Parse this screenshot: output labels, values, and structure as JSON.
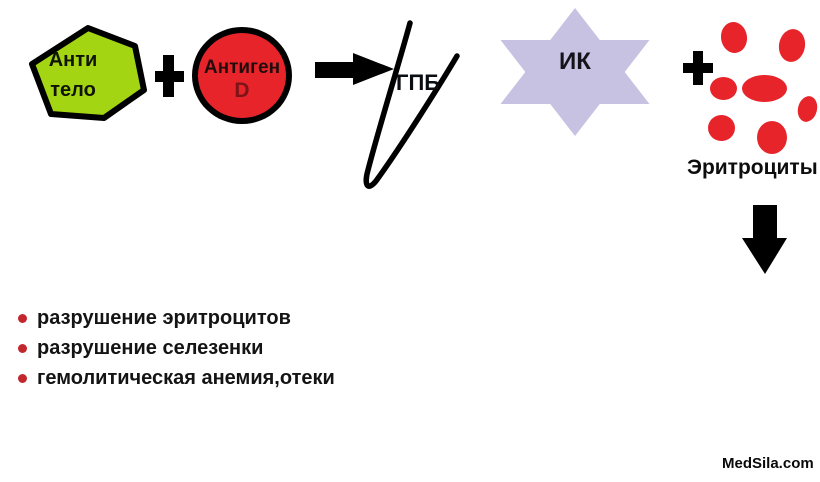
{
  "colors": {
    "background": "#ffffff",
    "hexagon_green": "#a3d513",
    "red": "#e8242b",
    "star_lavender": "#c7c1e2",
    "bullet_red": "#c1272d",
    "outline_black": "#000000",
    "antigen_d_red": "#7c1418"
  },
  "diagram": {
    "antibody": {
      "line1": "Анти",
      "line2": "тело"
    },
    "antigen": {
      "name": "Антиген",
      "type": "D"
    },
    "gpb_label": "ГПБ",
    "immune_complex_label": "ИК",
    "erythrocytes_label": "Эритроциты"
  },
  "effects": {
    "items": [
      "разрушение эритроцитов",
      "разрушение селезенки",
      "гемолитическая анемия,отеки"
    ]
  },
  "watermark": "MedSila.com"
}
